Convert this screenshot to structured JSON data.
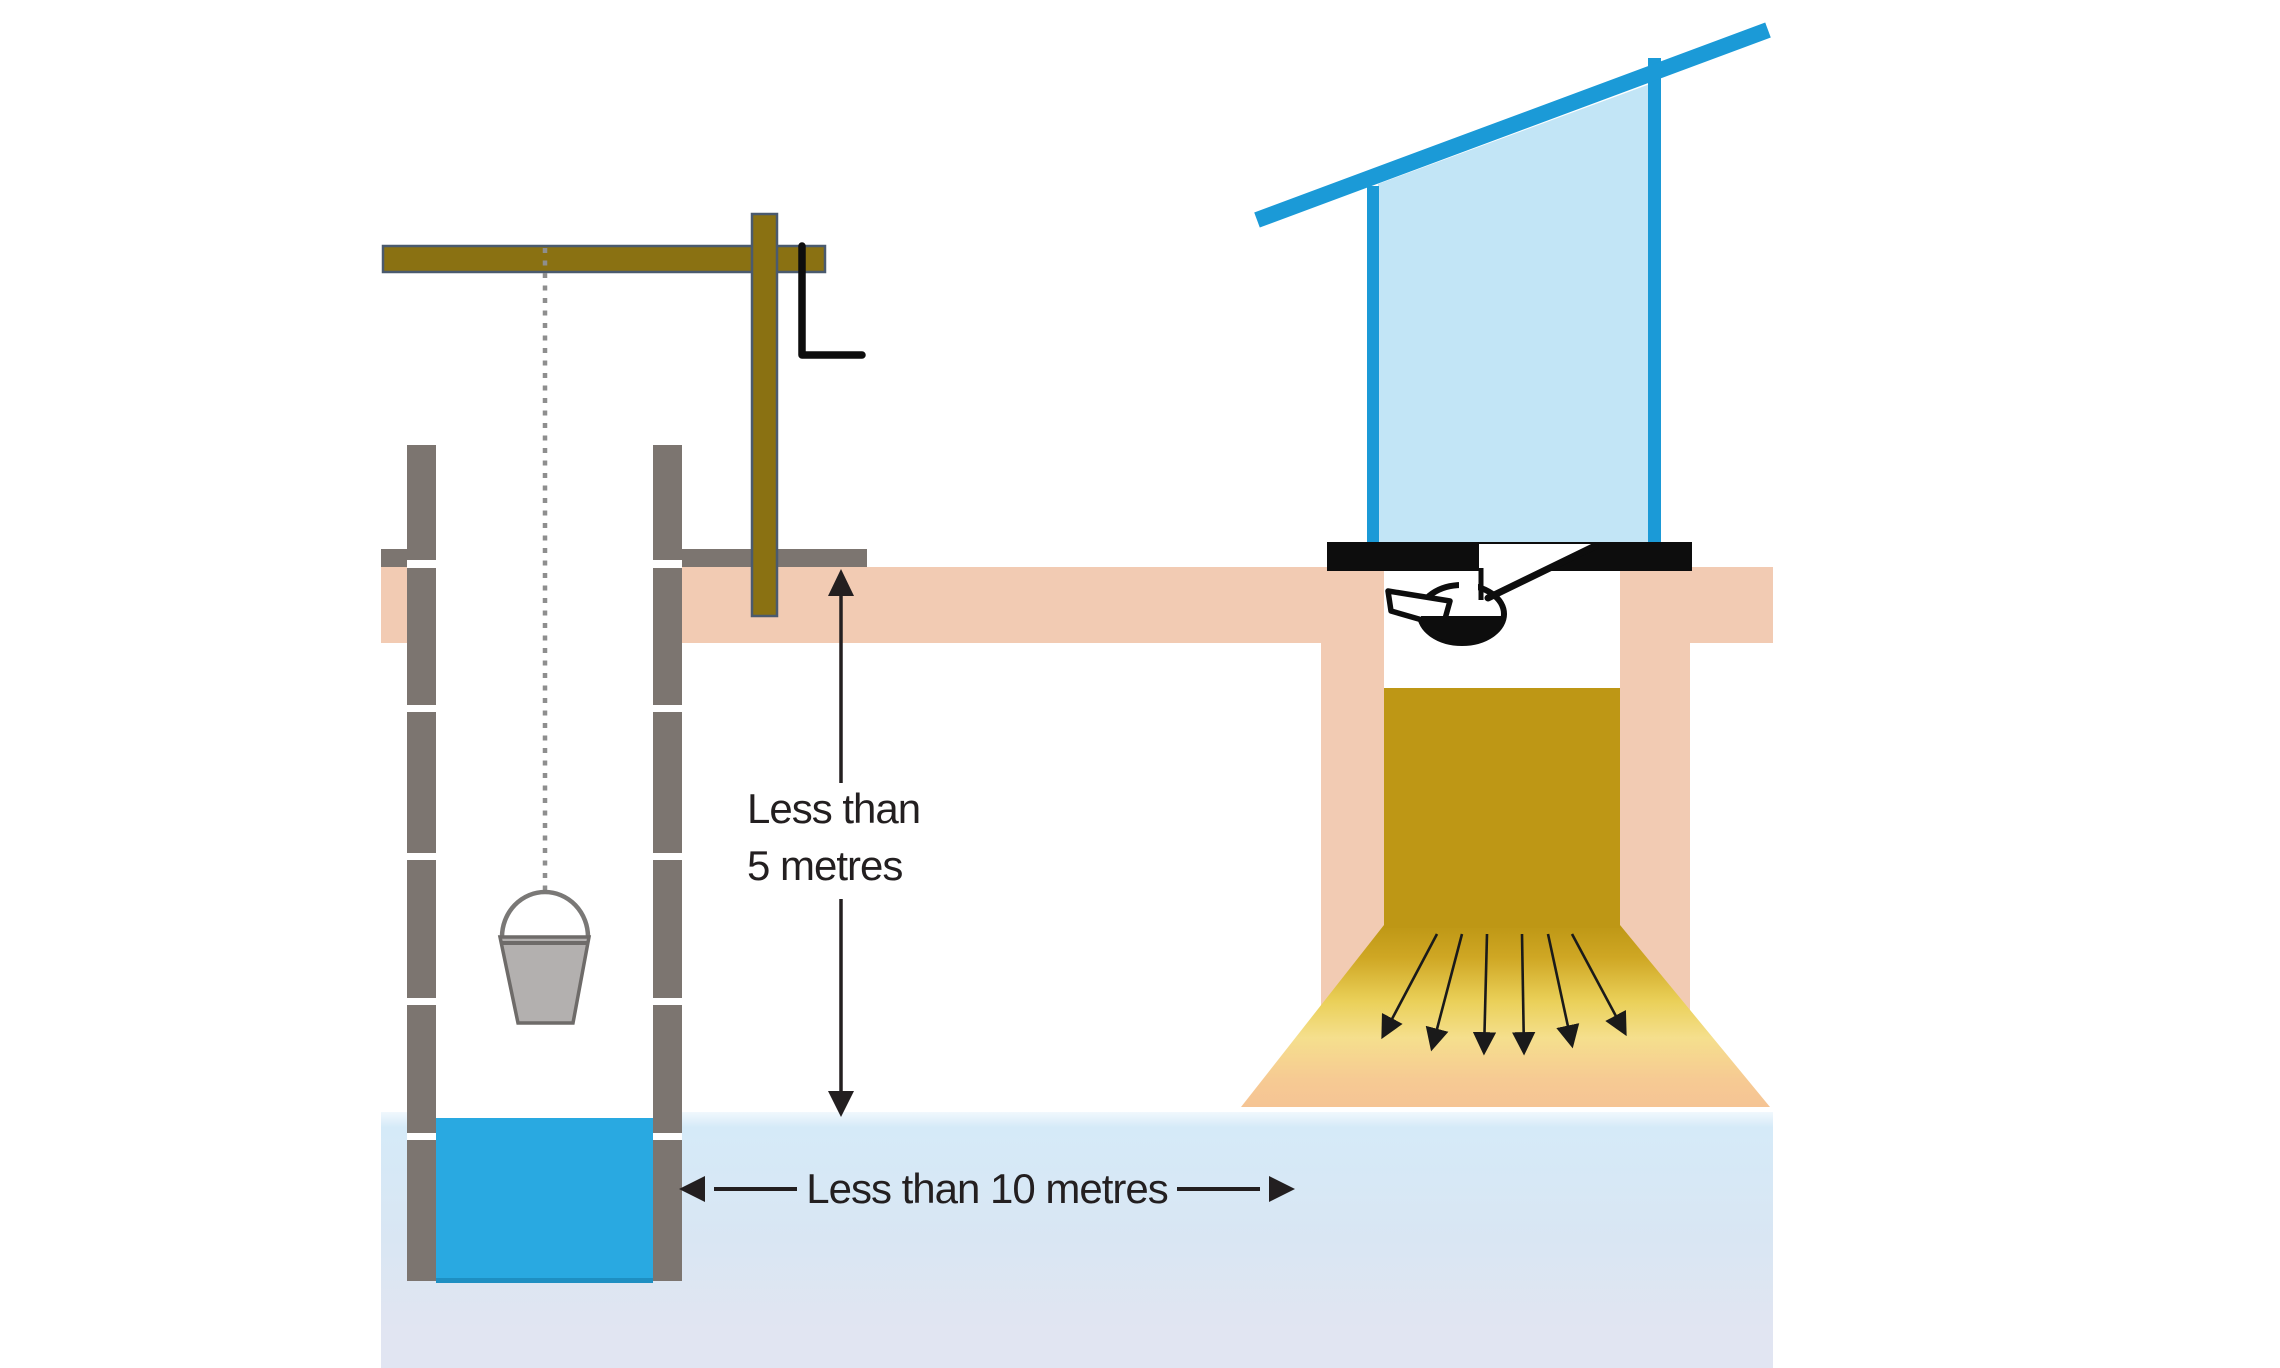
{
  "figure": {
    "type": "sanitation-safe-distance-diagram",
    "annotations": {
      "depth": {
        "line1": "Less than",
        "line2": "5 metres"
      },
      "distance": {
        "label": "Less than 10 metres"
      }
    },
    "icons": {
      "depth_arrow": "double-headed-vertical-arrow",
      "distance_arrow": "double-headed-horizontal-arrow",
      "seepage_arrows": "six-downward-fanning-arrows",
      "trap": "water-seal-squat-pan-profile",
      "crank": "windlass-crank-handle",
      "bucket": "well-bucket-on-rope"
    },
    "colors": {
      "ink": "#231F20",
      "roof_blue": "#1B9AD7",
      "hut_wall_fill": "#C2E5F6",
      "well_water_blue": "#29A9E1",
      "well_water_edge": "#1E8FC2",
      "water_table_top": "#D5EAF8",
      "water_table_mid": "#D9E6F3",
      "water_table_bottom": "#E1E5F2",
      "water_table_highlight": "#F1F8FD",
      "ground_pink": "#F2CBB3",
      "pit_waste_gold": "#BE9715",
      "seepage_yellow": "#EAD059",
      "seepage_pale": "#F5DF8D",
      "seepage_orange": "#F5C494",
      "wood_olive": "#8A7112",
      "wood_outline": "#4A5A6E",
      "masonry_gray": "#7C7570",
      "bucket_gray": "#B3B0AF",
      "bucket_outline": "#6E6B69",
      "rope_gray": "#8E8E8E",
      "black": "#0D0D0D",
      "white": "#FFFFFF"
    }
  }
}
